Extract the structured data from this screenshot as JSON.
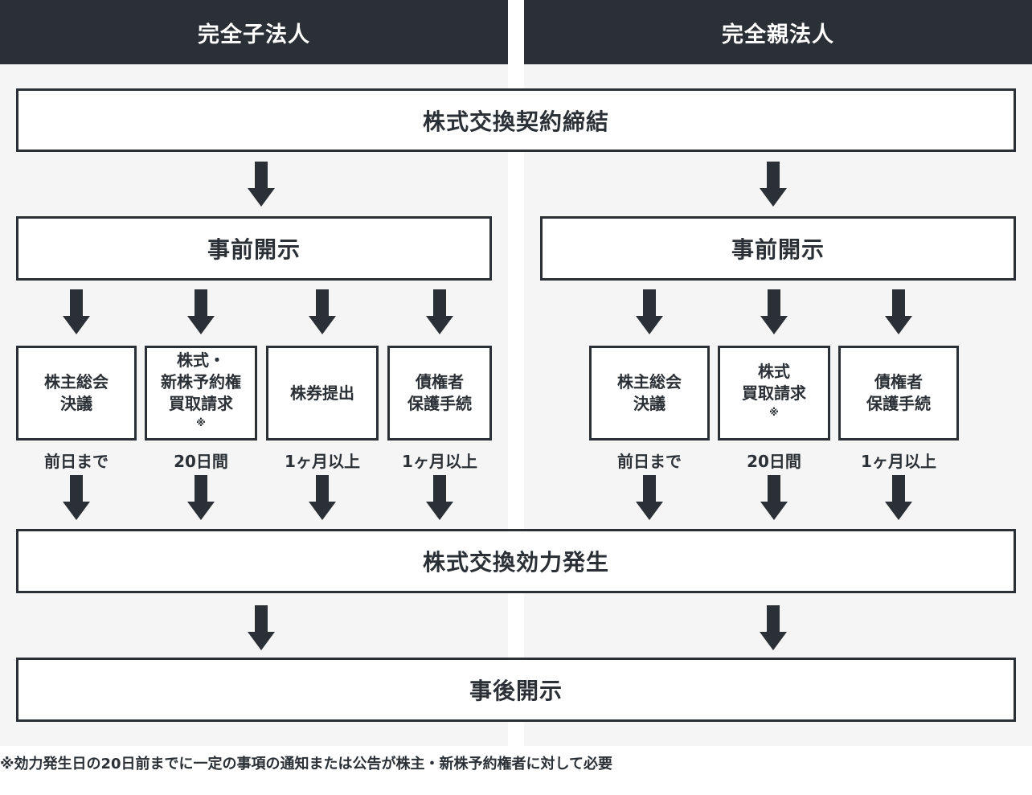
{
  "columns": {
    "left_title": "完全子法人",
    "right_title": "完全親法人"
  },
  "steps": {
    "contract": "株式交換契約締結",
    "pre_disclosure": "事前開示",
    "effect": "株式交換効力発生",
    "post_disclosure": "事後開示"
  },
  "left_procedures": [
    {
      "lines": [
        "株主総会",
        "決議"
      ],
      "note": "",
      "duration": "前日まで"
    },
    {
      "lines": [
        "株式・",
        "新株予約権",
        "買取請求"
      ],
      "note": "※",
      "duration": "20日間"
    },
    {
      "lines": [
        "株券提出"
      ],
      "note": "",
      "duration": "1ヶ月以上"
    },
    {
      "lines": [
        "債権者",
        "保護手続"
      ],
      "note": "",
      "duration": "1ヶ月以上"
    }
  ],
  "right_procedures": [
    {
      "lines": [
        "株主総会",
        "決議"
      ],
      "note": "",
      "duration": "前日まで"
    },
    {
      "lines": [
        "株式",
        "買取請求"
      ],
      "note": "※",
      "duration": "20日間"
    },
    {
      "lines": [
        "債権者",
        "保護手続"
      ],
      "note": "",
      "duration": "1ヶ月以上"
    }
  ],
  "footnote": "※効力発生日の20日前までに一定の事項の通知または公告が株主・新株予約権者に対して必要",
  "colors": {
    "dark": "#2a3035",
    "panel": "#f5f5f5",
    "box": "#ffffff"
  }
}
